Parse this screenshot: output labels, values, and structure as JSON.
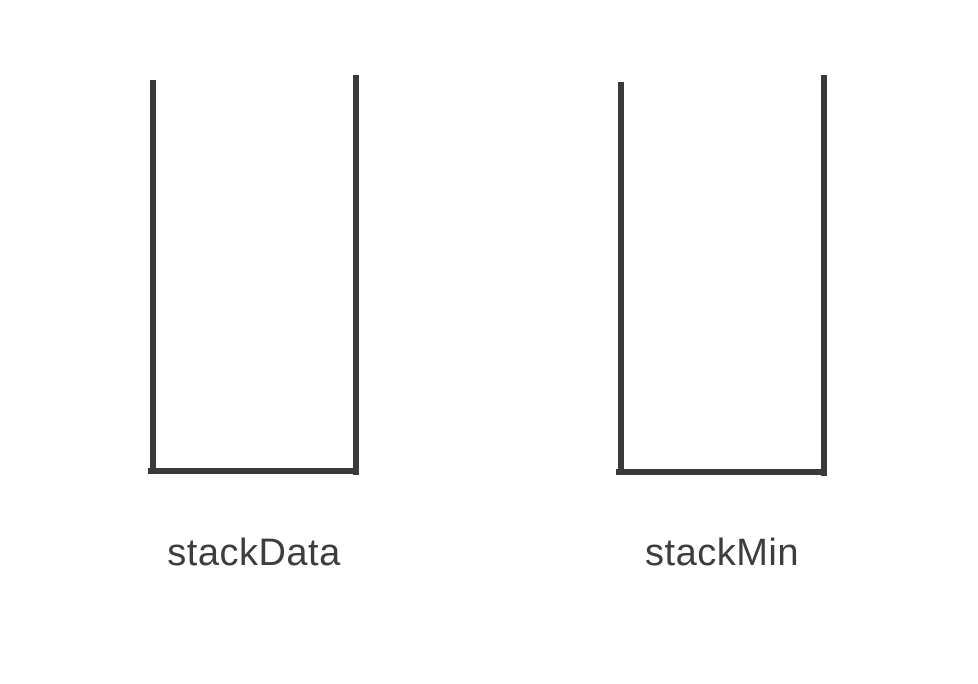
{
  "diagram": {
    "title": "two-stacks-diagram",
    "stacks": [
      {
        "id": "data-stack",
        "label": "stackData",
        "shape": "open-top-container",
        "contents": []
      },
      {
        "id": "min-stack",
        "label": "stackMin",
        "shape": "open-top-container",
        "contents": []
      }
    ]
  },
  "colors": {
    "stroke": "#3a3a3a",
    "label_text": "#3d3d3d",
    "background": "#ffffff"
  }
}
